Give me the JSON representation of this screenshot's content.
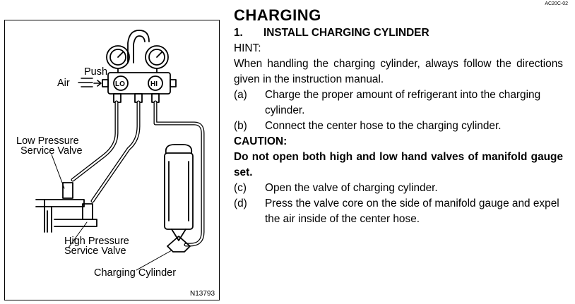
{
  "page_code": "AC20C-02",
  "figure": {
    "labels": {
      "push": "Push",
      "air": "Air",
      "lo": "LO",
      "hi": "HI",
      "low_valve_line1": "Low Pressure",
      "low_valve_line2": "Service Valve",
      "high_valve_line1": "High Pressure",
      "high_valve_line2": "Service Valve",
      "cylinder": "Charging Cylinder",
      "figure_id": "N13793"
    }
  },
  "content": {
    "heading": "CHARGING",
    "step_number": "1.",
    "step_title": "INSTALL CHARGING CYLINDER",
    "hint_label": "HINT:",
    "hint_text": "When handling the charging cylinder, always follow the directions given in the instruction manual.",
    "items_a_b": [
      {
        "mark": "(a)",
        "text": "Charge the proper amount of refrigerant into the charging cylinder."
      },
      {
        "mark": "(b)",
        "text": "Connect the center hose to the charging cylinder."
      }
    ],
    "caution_label": "CAUTION:",
    "caution_text": "Do not open both high and low hand valves of manifold gauge set.",
    "items_c_d": [
      {
        "mark": "(c)",
        "text": "Open the valve of charging cylinder."
      },
      {
        "mark": "(d)",
        "text": "Press the valve core on the side of manifold gauge and expel the air inside of the center hose."
      }
    ]
  }
}
